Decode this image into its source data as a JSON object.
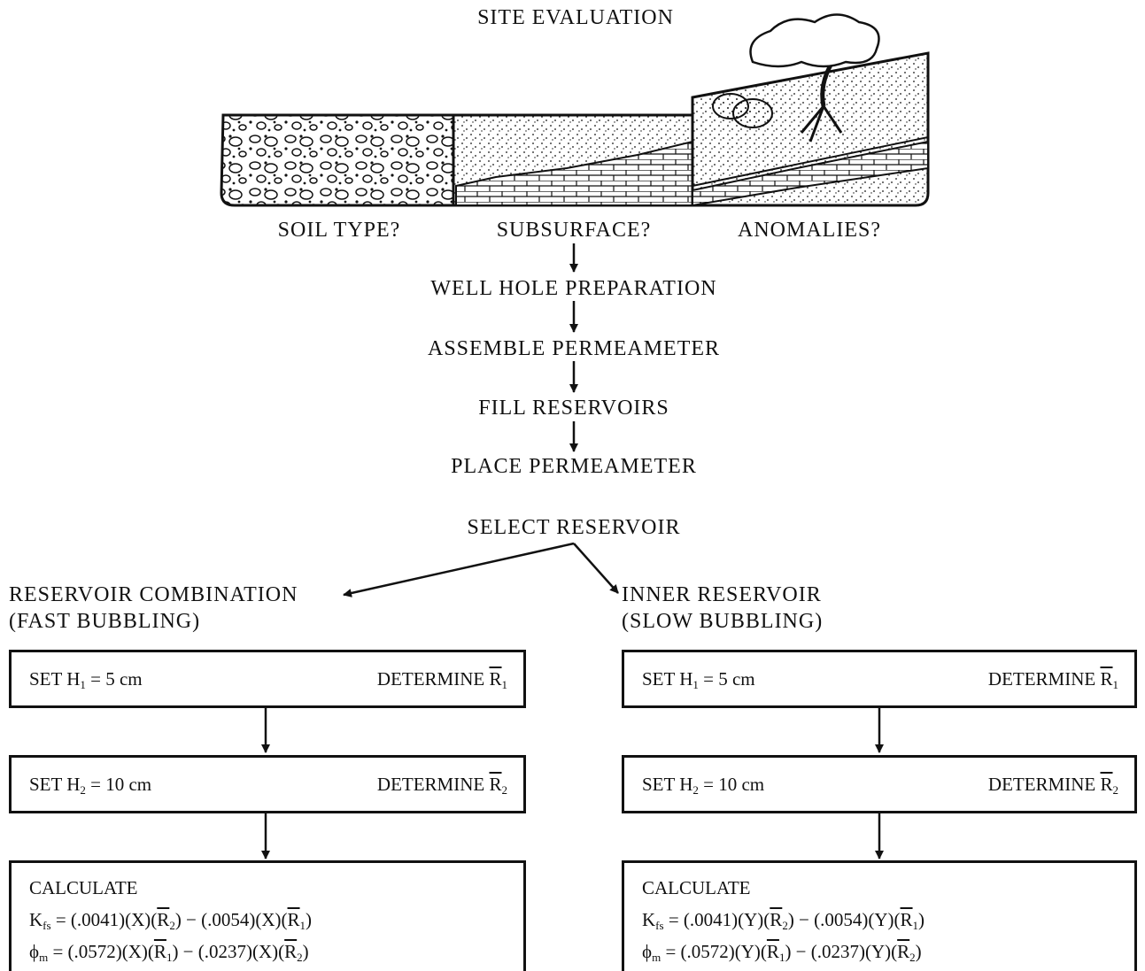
{
  "title": "SITE EVALUATION",
  "questions": [
    "SOIL TYPE?",
    "SUBSURFACE?",
    "ANOMALIES?"
  ],
  "steps": [
    "WELL HOLE PREPARATION",
    "ASSEMBLE PERMEAMETER",
    "FILL RESERVOIRS",
    "PLACE PERMEAMETER",
    "SELECT RESERVOIR"
  ],
  "left_branch": {
    "line1": "RESERVOIR COMBINATION",
    "line2": "(FAST BUBBLING)",
    "set_h1": "SET H",
    "set_h1_sub": "1",
    "set_h1_val": " = 5 cm",
    "det_r1": "DETERMINE ",
    "r_letter": "R",
    "r1_sub": "1",
    "set_h2": "SET H",
    "set_h2_sub": "2",
    "set_h2_val": " = 10 cm",
    "det_r2": "DETERMINE ",
    "r2_sub": "2",
    "calc_label": "CALCULATE",
    "eq1_lhs": "K",
    "eq1_sub": "fs",
    "eq1_a": " = (.0041)(X)(",
    "eq1_b": ") − (.0054)(X)(",
    "eq1_c": ")",
    "eq2_lhs": "ϕ",
    "eq2_sub": "m",
    "eq2_a": " = (.0572)(X)(",
    "eq2_b": ") − (.0237)(X)(",
    "eq2_c": ")"
  },
  "right_branch": {
    "line1": "INNER RESERVOIR",
    "line2": "(SLOW BUBBLING)",
    "set_h1": "SET H",
    "set_h1_sub": "1",
    "set_h1_val": " = 5 cm",
    "det_r1": "DETERMINE ",
    "r_letter": "R",
    "r1_sub": "1",
    "set_h2": "SET H",
    "set_h2_sub": "2",
    "set_h2_val": " = 10 cm",
    "det_r2": "DETERMINE ",
    "r2_sub": "2",
    "calc_label": "CALCULATE",
    "eq1_lhs": "K",
    "eq1_sub": "fs",
    "eq1_a": " = (.0041)(Y)(",
    "eq1_b": ") − (.0054)(Y)(",
    "eq1_c": ")",
    "eq2_lhs": "ϕ",
    "eq2_sub": "m",
    "eq2_a": " = (.0572)(Y)(",
    "eq2_b": ") − (.0237)(Y)(",
    "eq2_c": ")"
  }
}
